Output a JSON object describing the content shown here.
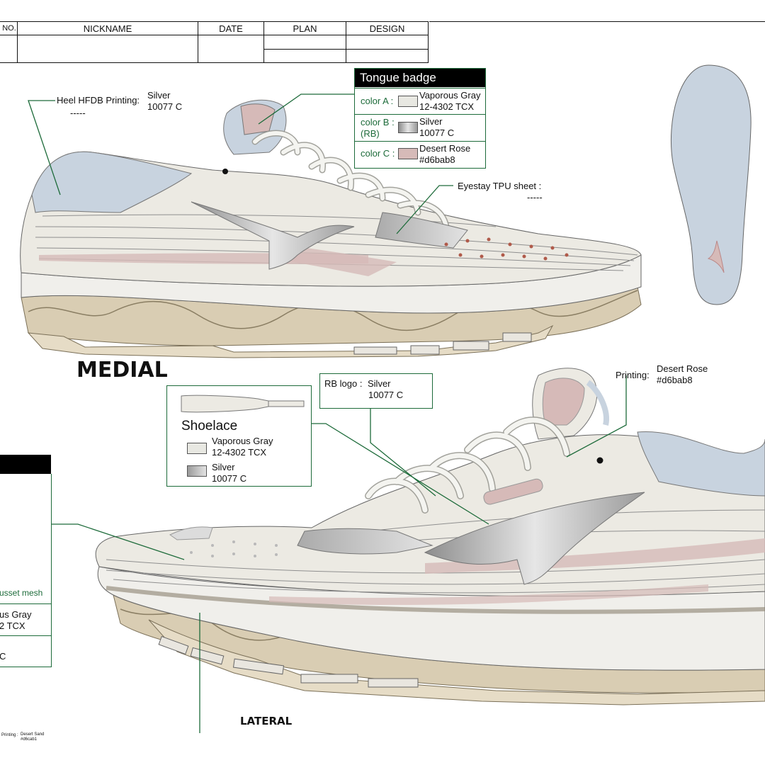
{
  "header": {
    "cols": [
      "R NO.",
      "NICKNAME",
      "DATE",
      "PLAN",
      "DESIGN"
    ]
  },
  "callouts": {
    "heel": {
      "label": "Heel HFDB Printing:",
      "value_line1": "Silver",
      "value_line2": "10077 C",
      "dashes": "-----"
    },
    "eyestay": {
      "label": "Eyestay TPU sheet :",
      "dashes": "-----"
    },
    "rb_logo": {
      "label": "RB logo :",
      "value_line1": "Silver",
      "value_line2": "10077 C"
    },
    "printing": {
      "label": "Printing:",
      "value_line1": "Desert Rose",
      "value_line2": "#d6bab8"
    },
    "small_printing": {
      "label": "Printing :",
      "value_line1": "Desert Sand",
      "value_line2": "#d6cab1"
    }
  },
  "tongue_badge": {
    "title": "Tongue badge",
    "rows": [
      {
        "key": "color A :",
        "name": "Vaporous Gray",
        "code": "12-4302 TCX",
        "swatch": "#e8e8e2"
      },
      {
        "key_line1": "color B :",
        "key_line2": "(RB)",
        "name": "Silver",
        "code": "10077 C",
        "swatch": "#bdbdbd"
      },
      {
        "key": "color C :",
        "name": "Desert Rose",
        "code": "#d6bab8",
        "swatch": "#d6bab8"
      }
    ]
  },
  "shoelace": {
    "title": "Shoelace",
    "items": [
      {
        "name": "Vaporous Gray",
        "code": "12-4302 TCX",
        "swatch": "#e8e8e2"
      },
      {
        "name": "Silver",
        "code": "10077 C",
        "swatch": "#c4c4c4"
      }
    ]
  },
  "left_panel": {
    "mesh_label": "usset mesh",
    "row1_line1": "us Gray",
    "row1_line2": "2 TCX",
    "row2": "C"
  },
  "views": {
    "medial": "MEDIAL",
    "lateral": "LATERAL"
  },
  "colors": {
    "accent_green": "#1d6b3a",
    "upper": "#eceae3",
    "heel_blue": "#c8d3df",
    "sole_sand": "#d6cab1",
    "desert_rose": "#d6bab8",
    "silver": "#bdbdbd"
  }
}
